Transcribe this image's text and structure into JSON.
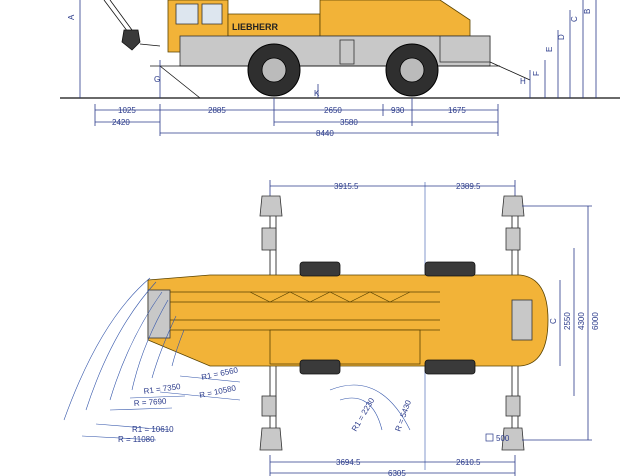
{
  "side_view": {
    "brand": "LIEBHERR",
    "letters": [
      "A",
      "G",
      "K",
      "H",
      "F",
      "E",
      "D",
      "C",
      "B"
    ],
    "dims_row1": [
      "1025",
      "2885",
      "2650",
      "930",
      "1675"
    ],
    "dims_row2": [
      "2420",
      "3580"
    ],
    "dims_row3": [
      "8440"
    ]
  },
  "top_view": {
    "top_dims": [
      "3915.5",
      "2389.5"
    ],
    "bottom_dims": [
      "3694.5",
      "2610.5",
      "6305"
    ],
    "right_dims": [
      "C",
      "2550",
      "4300",
      "6000"
    ],
    "right_small": "500",
    "radii_left": [
      "R1 = 6560",
      "R = 10580",
      "R1 = 7350",
      "R = 7690",
      "R1 = 10610",
      "R = 11080"
    ],
    "radii_center": [
      "R1 = 2230",
      "R = 5430"
    ]
  }
}
